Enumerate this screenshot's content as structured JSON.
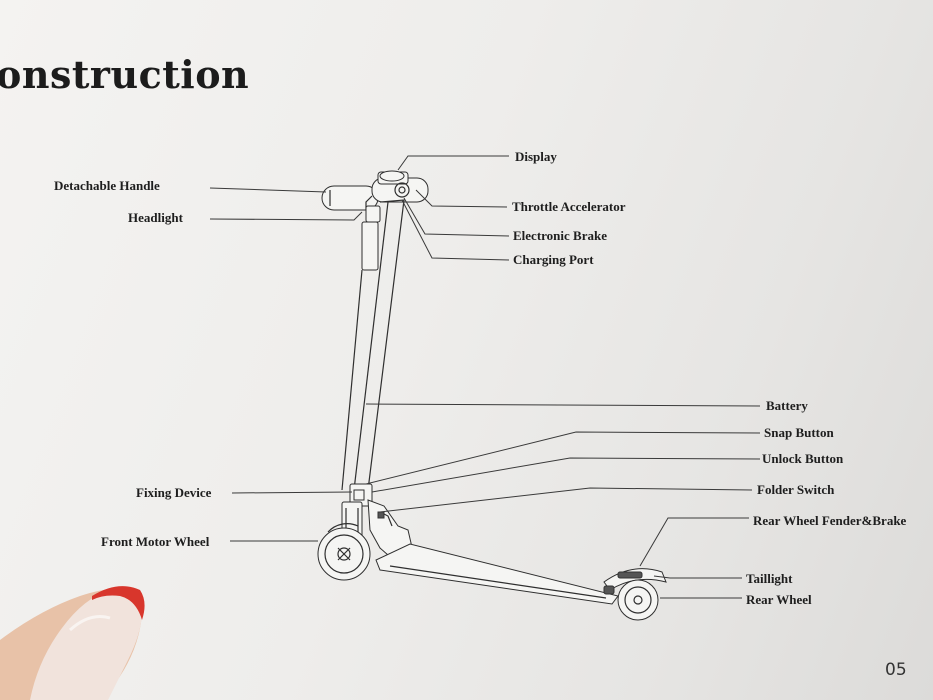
{
  "page": {
    "title": "onstruction",
    "page_number": "05"
  },
  "labels": {
    "display": "Display",
    "detachable_handle": "Detachable Handle",
    "throttle_accelerator": "Throttle Accelerator",
    "headlight": "Headlight",
    "electronic_brake": "Electronic Brake",
    "charging_port": "Charging Port",
    "battery": "Battery",
    "snap_button": "Snap Button",
    "unlock_button": "Unlock Button",
    "fixing_device": "Fixing Device",
    "folder_switch": "Folder Switch",
    "front_motor_wheel": "Front Motor Wheel",
    "rear_wheel_fender_brake": "Rear Wheel Fender&Brake",
    "taillight": "Taillight",
    "rear_wheel": "Rear Wheel"
  },
  "colors": {
    "paper": "#eeedeb",
    "ink": "#1e1e1e",
    "nail": "#d8362c"
  }
}
